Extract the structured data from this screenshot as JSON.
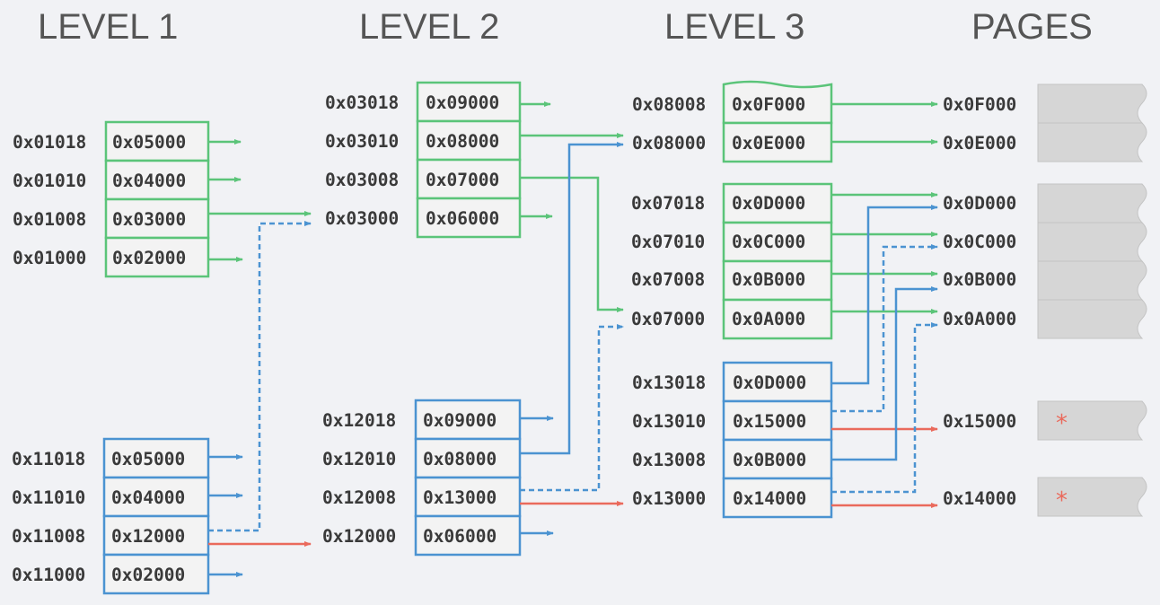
{
  "headers": {
    "level1": "LEVEL 1",
    "level2": "LEVEL 2",
    "level3": "LEVEL 3",
    "pages": "PAGES"
  },
  "colors": {
    "green": "#5bc479",
    "blue": "#4b93d1",
    "red": "#ea6a5c",
    "text": "#3a3a3a",
    "page_fill": "#d6d6d6"
  },
  "level1": {
    "green_table": [
      {
        "addr": "0x01018",
        "value": "0x05000"
      },
      {
        "addr": "0x01010",
        "value": "0x04000"
      },
      {
        "addr": "0x01008",
        "value": "0x03000"
      },
      {
        "addr": "0x01000",
        "value": "0x02000"
      }
    ],
    "blue_table": [
      {
        "addr": "0x11018",
        "value": "0x05000"
      },
      {
        "addr": "0x11010",
        "value": "0x04000"
      },
      {
        "addr": "0x11008",
        "value": "0x12000"
      },
      {
        "addr": "0x11000",
        "value": "0x02000"
      }
    ]
  },
  "level2": {
    "green_table": [
      {
        "addr": "0x03018",
        "value": "0x09000"
      },
      {
        "addr": "0x03010",
        "value": "0x08000"
      },
      {
        "addr": "0x03008",
        "value": "0x07000"
      },
      {
        "addr": "0x03000",
        "value": "0x06000"
      }
    ],
    "blue_table": [
      {
        "addr": "0x12018",
        "value": "0x09000"
      },
      {
        "addr": "0x12010",
        "value": "0x08000"
      },
      {
        "addr": "0x12008",
        "value": "0x13000"
      },
      {
        "addr": "0x12000",
        "value": "0x06000"
      }
    ]
  },
  "level3": {
    "green_table_a": [
      {
        "addr": "0x08008",
        "value": "0x0F000"
      },
      {
        "addr": "0x08000",
        "value": "0x0E000"
      }
    ],
    "green_table_b": [
      {
        "addr": "0x07018",
        "value": "0x0D000"
      },
      {
        "addr": "0x07010",
        "value": "0x0C000"
      },
      {
        "addr": "0x07008",
        "value": "0x0B000"
      },
      {
        "addr": "0x07000",
        "value": "0x0A000"
      }
    ],
    "blue_table": [
      {
        "addr": "0x13018",
        "value": "0x0D000"
      },
      {
        "addr": "0x13010",
        "value": "0x15000"
      },
      {
        "addr": "0x13008",
        "value": "0x0B000"
      },
      {
        "addr": "0x13000",
        "value": "0x14000"
      }
    ]
  },
  "pages": {
    "group1": [
      "0x0F000",
      "0x0E000"
    ],
    "group2": [
      "0x0D000",
      "0x0C000",
      "0x0B000",
      "0x0A000"
    ],
    "page_15000": "0x15000",
    "page_14000": "0x14000",
    "marker": "*"
  }
}
